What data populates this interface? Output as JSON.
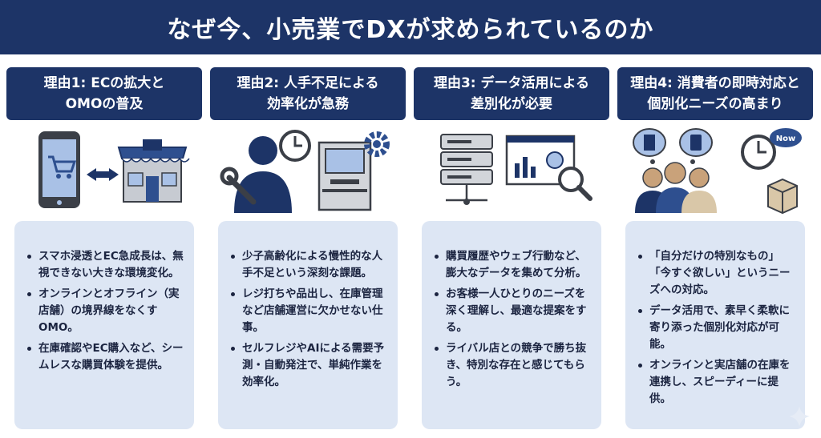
{
  "header": {
    "title": "なぜ今、小売業でDXが求められているのか"
  },
  "columns": [
    {
      "title_line1": "理由1: ECの拡大と",
      "title_line2": "OMOの普及",
      "bullets": [
        "スマホ浸透とEC急成長は、無視できない大きな環境変化。",
        "オンラインとオフライン（実店舗）の境界線をなくすOMO。",
        "在庫確認やEC購入など、シームレスな購買体験を提供。"
      ]
    },
    {
      "title_line1": "理由2: 人手不足による",
      "title_line2": "効率化が急務",
      "bullets": [
        "少子高齢化による慢性的な人手不足という深刻な課題。",
        "レジ打ちや品出し、在庫管理など店舗運営に欠かせない仕事。",
        "セルフレジやAIによる需要予測・自動発注で、単純作業を効率化。"
      ]
    },
    {
      "title_line1": "理由3: データ活用による",
      "title_line2": "差別化が必要",
      "bullets": [
        "購買履歴やウェブ行動など、膨大なデータを集めて分析。",
        "お客様一人ひとりのニーズを深く理解し、最適な提案をする。",
        "ライバル店との競争で勝ち抜き、特別な存在と感じてもらう。"
      ]
    },
    {
      "title_line1": "理由4: 消費者の即時対応と",
      "title_line2": "個別化ニーズの高まり",
      "bullets": [
        "「自分だけの特別なもの」「今すぐ欲しい」というニーズへの対応。",
        "データ活用で、素早く柔軟に寄り添った個別化対応が可能。",
        "オンラインと実店舗の在庫を連携し、スピーディーに提供。"
      ],
      "clock_badge": "Now"
    }
  ],
  "colors": {
    "navy": "#1d3467",
    "card_bg": "#dde6f4",
    "accent_blue": "#3a5fa8",
    "light_blue": "#a9c1e6"
  },
  "icons": [
    "smartphone-cart-icon",
    "exchange-arrows-icon",
    "store-icon",
    "worker-icon",
    "wrench-icon",
    "clock-icon",
    "self-checkout-icon",
    "gear-icon",
    "server-icon",
    "dashboard-chart-icon",
    "magnifier-icon",
    "customers-icon",
    "thought-bubble-icon",
    "now-clock-icon",
    "box-icon",
    "sparkle-icon"
  ]
}
